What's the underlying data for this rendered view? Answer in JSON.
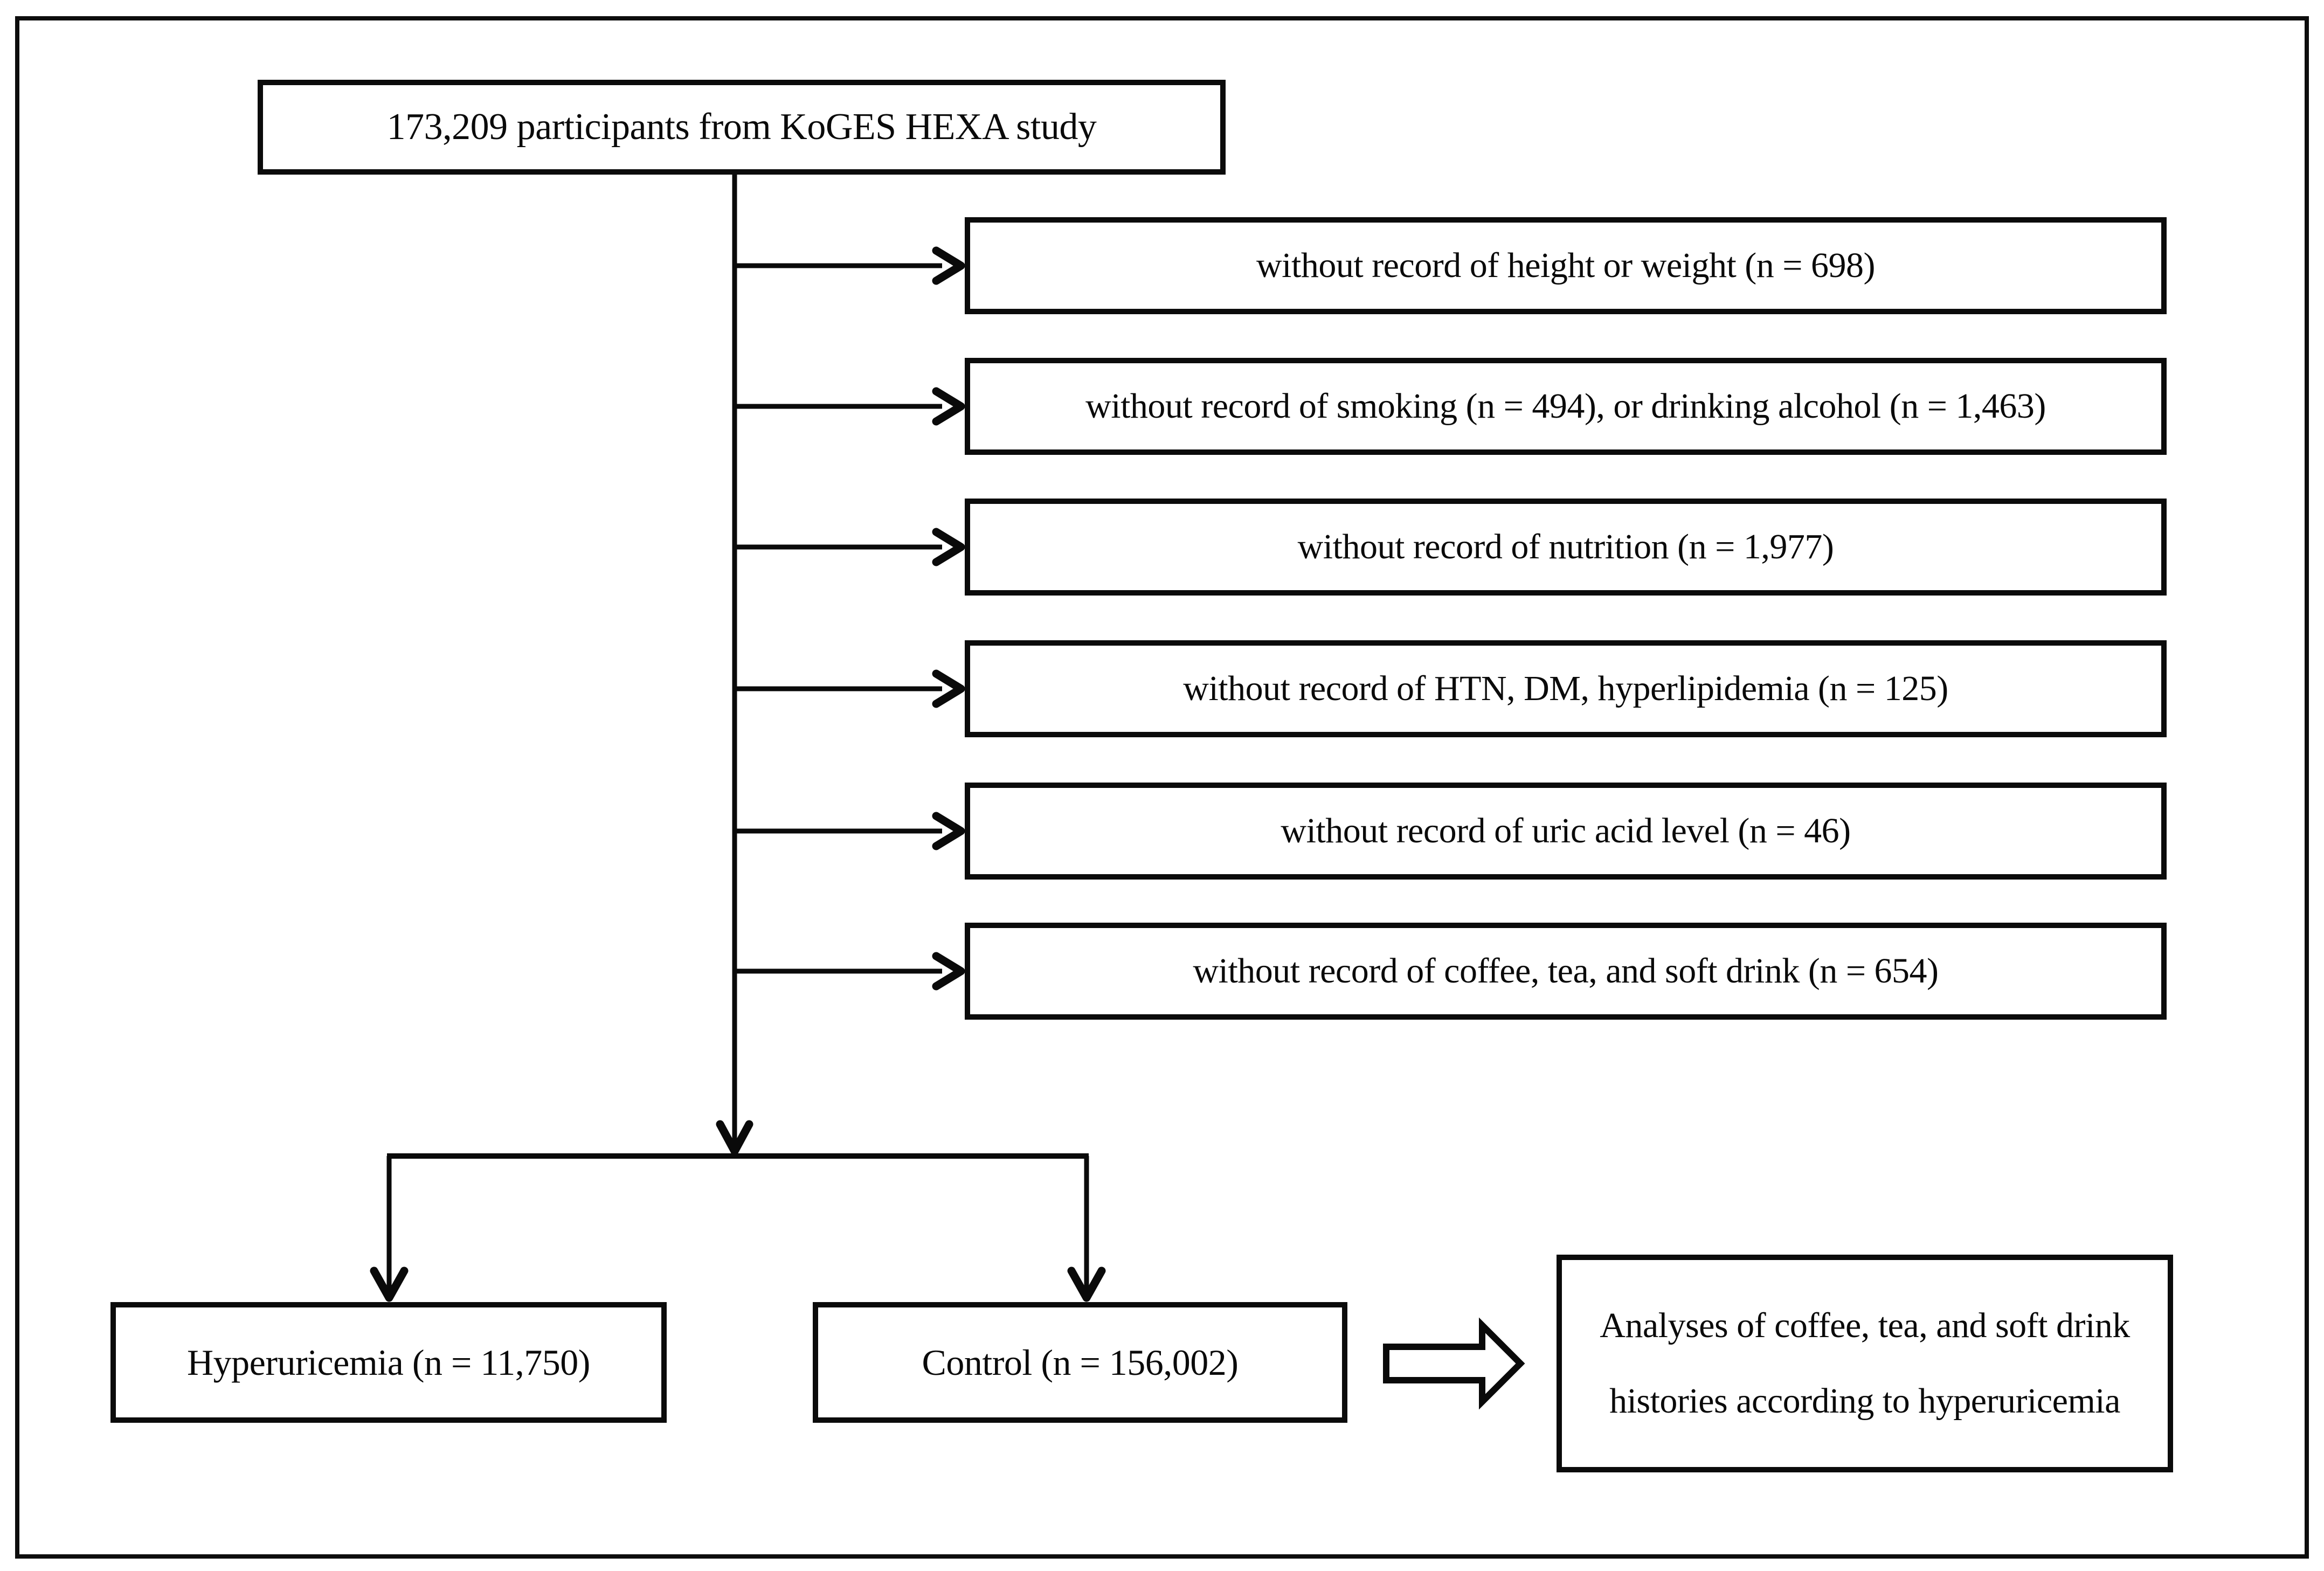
{
  "flowchart": {
    "source": "173,209 participants from KoGES HEXA study",
    "exclusions": [
      "without record of height or weight (n = 698)",
      "without record of smoking (n = 494), or drinking alcohol (n = 1,463)",
      "without record of nutrition (n = 1,977)",
      "without record of HTN, DM, hyperlipidemia (n = 125)",
      "without record of uric acid level (n = 46)",
      "without record of coffee, tea, and soft drink (n = 654)"
    ],
    "groups": {
      "hyperuricemia": "Hyperuricemia (n = 11,750)",
      "control": "Control (n = 156,002)"
    },
    "analysis": "Analyses of coffee, tea, and soft drink histories according to hyperuricemia",
    "colors": {
      "line": "#0a0a0a",
      "box_border": "#0b0b0b",
      "background": "#ffffff"
    }
  }
}
